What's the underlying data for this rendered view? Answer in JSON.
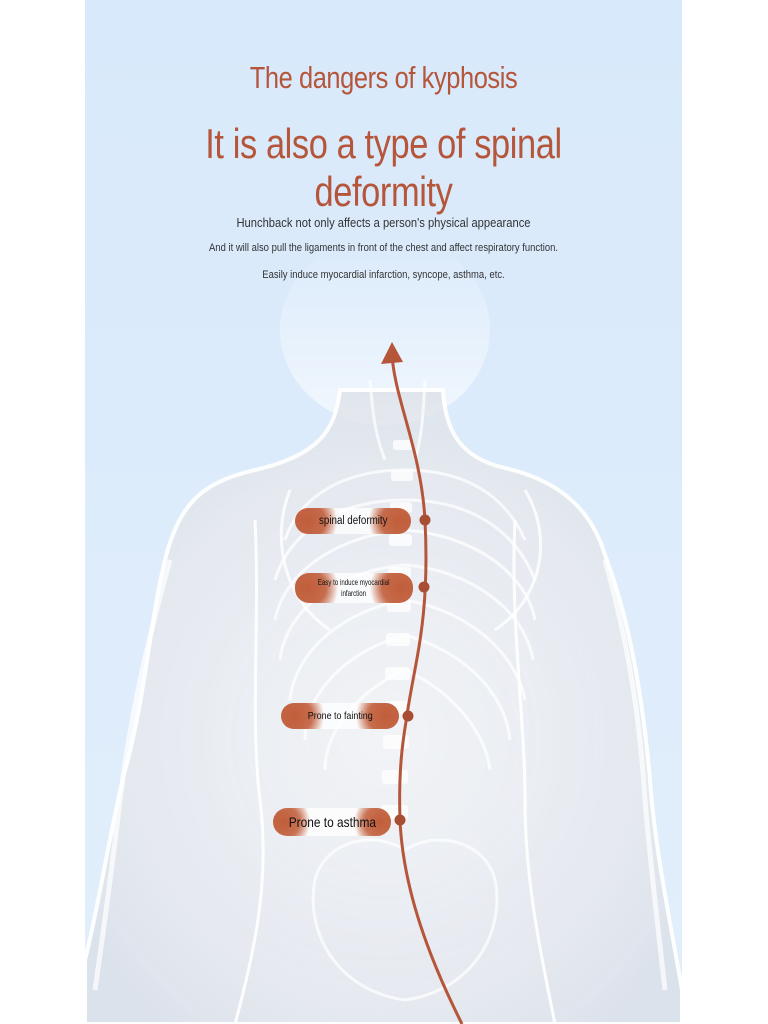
{
  "header": {
    "title": "The dangers of kyphosis",
    "subtitle": "It is also a type of spinal deformity"
  },
  "intro": {
    "line1": "Hunchback not only affects a person's physical appearance",
    "line2": "And it will also pull the ligaments in front of the chest and affect respiratory function.",
    "line3": "Easily induce myocardial infarction, syncope, asthma, etc."
  },
  "labels": {
    "spinal_deformity": "spinal deformity",
    "myocardial_line1": "Easy to induce myocardial",
    "myocardial_line2": "infarction",
    "fainting": "Prone to fainting",
    "asthma": "Prone to asthma"
  },
  "colors": {
    "accent": "#b5563a",
    "background": "#dbeafb"
  }
}
